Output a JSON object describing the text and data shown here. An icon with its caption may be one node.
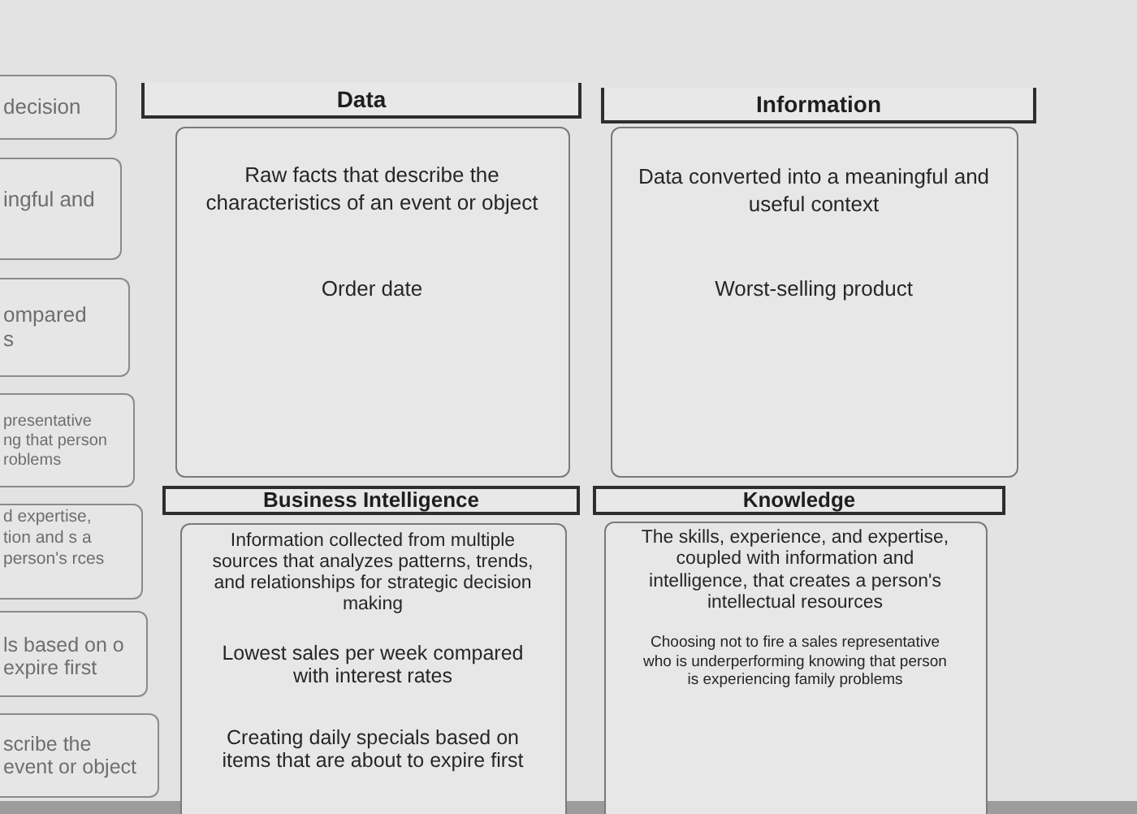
{
  "diagram": {
    "nodes": [
      {
        "text": [
          "decision"
        ]
      },
      {
        "text": [
          "ingful and"
        ]
      },
      {
        "text": [
          "ompared s"
        ]
      },
      {
        "text": [
          "presentative ng that person roblems"
        ]
      },
      {
        "text": [
          "d expertise, tion and s a person's rces"
        ]
      },
      {
        "text": [
          "ls based on o expire first"
        ]
      },
      {
        "text": [
          "scribe the event or object"
        ]
      },
      {
        "text": [
          "Data"
        ]
      },
      {
        "text": [
          "Raw facts that describe the characteristics of an event or object",
          "Order date"
        ]
      },
      {
        "text": [
          "Information"
        ]
      },
      {
        "text": [
          "Data converted into a meaningful and useful context",
          "Worst-selling product"
        ]
      },
      {
        "text": [
          "Business Intelligence"
        ]
      },
      {
        "text": [
          "Information collected from multiple sources that analyzes patterns, trends, and relationships for strategic decision making",
          "Lowest sales per week compared with interest rates",
          "Creating daily specials based on items that are about to expire first"
        ]
      },
      {
        "text": [
          "Knowledge"
        ]
      },
      {
        "text": [
          "The skills, experience, and expertise, coupled with information and intelligence, that creates a person's intellectual resources",
          "Choosing not to fire a sales representative who is underperforming knowing that person is experiencing family problems"
        ]
      }
    ]
  }
}
